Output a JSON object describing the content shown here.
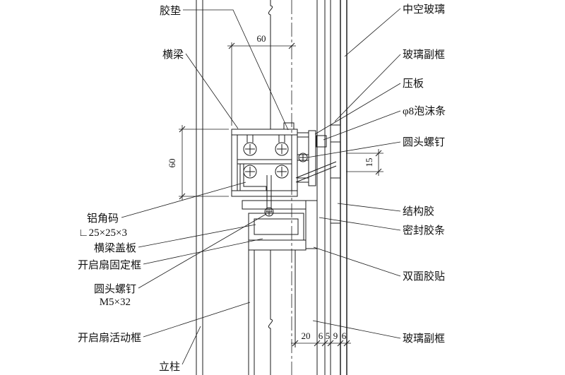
{
  "drawing": {
    "labels_left": {
      "rubber_gasket": "胶垫",
      "beam": "横梁",
      "aluminum_angle": "铝角码",
      "aluminum_angle_spec": "∟25×25×3",
      "beam_cover_plate": "横梁盖板",
      "sash_fixed_frame": "开启扇固定框",
      "round_head_screw": "圆头螺钉",
      "round_head_screw_spec": "M5×32",
      "sash_movable_frame": "开启扇活动框",
      "mullion": "立柱"
    },
    "labels_right": {
      "insulated_glass": "中空玻璃",
      "glass_subframe_top": "玻璃副框",
      "pressure_plate": "压板",
      "foam_rod": "φ8泡沫条",
      "round_head_screw": "圆头螺钉",
      "structural_sealant": "结构胶",
      "sealing_strip": "密封胶条",
      "double_sided_tape": "双面胶贴",
      "glass_subframe_bottom": "玻璃副框"
    },
    "dimensions": {
      "top_width": "60",
      "left_height": "60",
      "right_offset": "15",
      "bottom_chain": [
        "20",
        "6",
        "5",
        "9",
        "6"
      ]
    }
  }
}
